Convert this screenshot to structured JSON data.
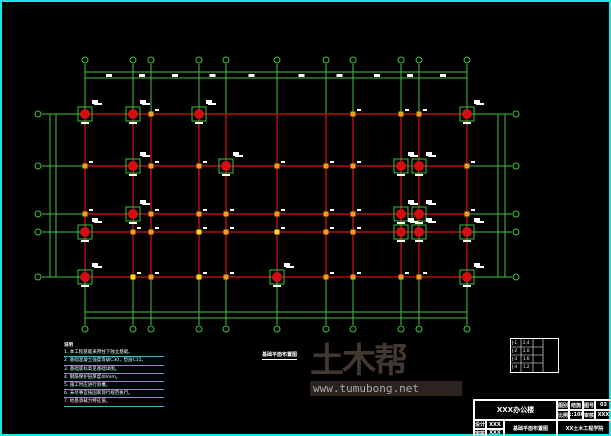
{
  "drawing": {
    "title": "基础平面布置图",
    "scale_note": "1:100"
  },
  "notes": {
    "heading": "说明",
    "lines": [
      "1. 本工程基础采用柱下独立基础。",
      "2. 基础混凝土强度等级C30，垫层C15。",
      "3. 基础底标高见基础详图。",
      "4. 钢筋保护层厚度40mm。",
      "5. 施工时应进行验槽。",
      "6. 未尽事宜按国家现行规范执行。",
      "7. 地基承载力特征值。"
    ]
  },
  "legend_table": {
    "rows": [
      [
        "J-1",
        "2.4"
      ],
      [
        "J-2",
        "2.0"
      ],
      [
        "J-3",
        "1.6"
      ],
      [
        "J-4",
        "1.2"
      ]
    ]
  },
  "title_block": {
    "project": "XXX办公楼",
    "sheet_type_label": "图别",
    "sheet_type": "结施",
    "sheet_no_label": "图号",
    "sheet_no": "03",
    "scale_label": "比例",
    "scale": "1:100",
    "design_label": "设计",
    "design": "XXX",
    "check_label": "审核",
    "check": "XXX",
    "drawing_name": "基础平面布置图",
    "institute": "XX土木工程学院"
  },
  "watermark": {
    "logo": "土木帮",
    "url": "www.tumubong.net"
  },
  "colors": {
    "frame": "#19e6e6",
    "axis": "#3ec43e",
    "beam": "#b01010",
    "column": "#d01010",
    "small_column": "#f0a020"
  }
}
